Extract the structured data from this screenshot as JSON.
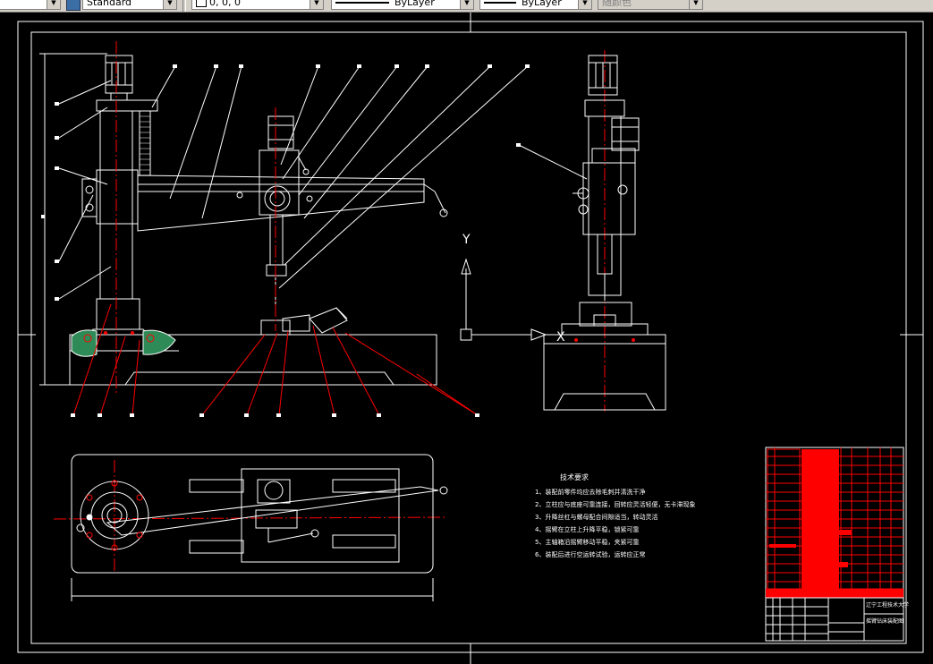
{
  "toolbar": {
    "text_style": "Standard",
    "color": "0, 0, 0",
    "linetype": "ByLayer",
    "lineweight": "ByLayer",
    "plot_style": "随颜色"
  },
  "notes": {
    "title": "技术要求",
    "items": [
      "1、装配前零件均应去除毛刺并清洗干净",
      "2、立柱应与底座可靠连接，回转应灵活轻便，无卡滞现象",
      "3、升降丝杠与螺母配合间隙适当，转动灵活",
      "4、摇臂在立柱上升降平稳，锁紧可靠",
      "5、主轴箱沿摇臂移动平稳，夹紧可靠",
      "6、装配后进行空运转试验，运转应正常"
    ]
  },
  "title_block": {
    "school": "辽宁工程技术大学",
    "drawing_name": "摇臂钻床装配图"
  },
  "colors": {
    "background": "#000000",
    "line": "#ffffff",
    "center_line": "#ff0000",
    "leader": "#ffffff",
    "bom": "#ff0000",
    "hatch": "#2e8b57"
  }
}
